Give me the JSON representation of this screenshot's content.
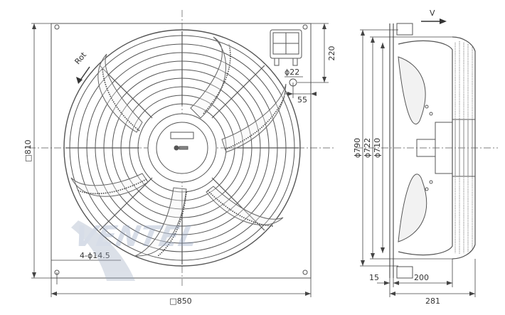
{
  "front_view": {
    "frame_size": "□850",
    "height_label": "□810",
    "mount_holes": "4-ϕ14.5",
    "rotation_label": "Rot",
    "box_height": "220",
    "cable_gland": "ϕ22",
    "gland_offset": "55"
  },
  "side_view": {
    "airflow_label": "V",
    "diameters": [
      "ϕ790",
      "ϕ722",
      "ϕ710"
    ],
    "flange": "15",
    "depth_200": "200",
    "depth_281": "281"
  },
  "watermark": {
    "text": "VENTEL"
  },
  "colors": {
    "line": "#555555",
    "dim": "#444444",
    "watermark": "#b9c4d6"
  }
}
